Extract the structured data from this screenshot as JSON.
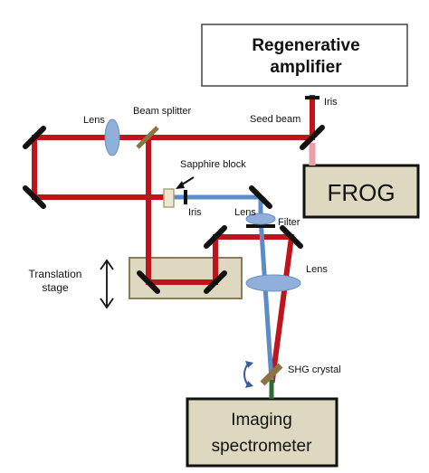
{
  "boxes": {
    "regen_line1": "Regenerative",
    "regen_line2": "amplifier",
    "frog": "FROG",
    "spectrometer_line1": "Imaging",
    "spectrometer_line2": "spectrometer"
  },
  "labels": {
    "iris_top": "Iris",
    "seed_beam": "Seed beam",
    "lens_left": "Lens",
    "beam_splitter": "Beam splitter",
    "sapphire_block": "Sapphire  block",
    "iris_mid": "Iris",
    "lens_mid": "Lens",
    "filter": "Filter",
    "translation_line1": "Translation",
    "translation_line2": "stage",
    "lens_right": "Lens",
    "shg_crystal": "SHG crystal"
  },
  "colors": {
    "red_beam": "#c0141c",
    "blue_beam": "#5b8cc8",
    "pink_beam": "#e8a0a8",
    "green_beam": "#2e6b2e",
    "lens": "#8fb0da",
    "stage_fill": "#ddd8bf",
    "stage_border": "#8a7d55",
    "spectrometer_fill": "#ddd8bf",
    "crystal": "#8a7540",
    "mirror": "#111111"
  }
}
